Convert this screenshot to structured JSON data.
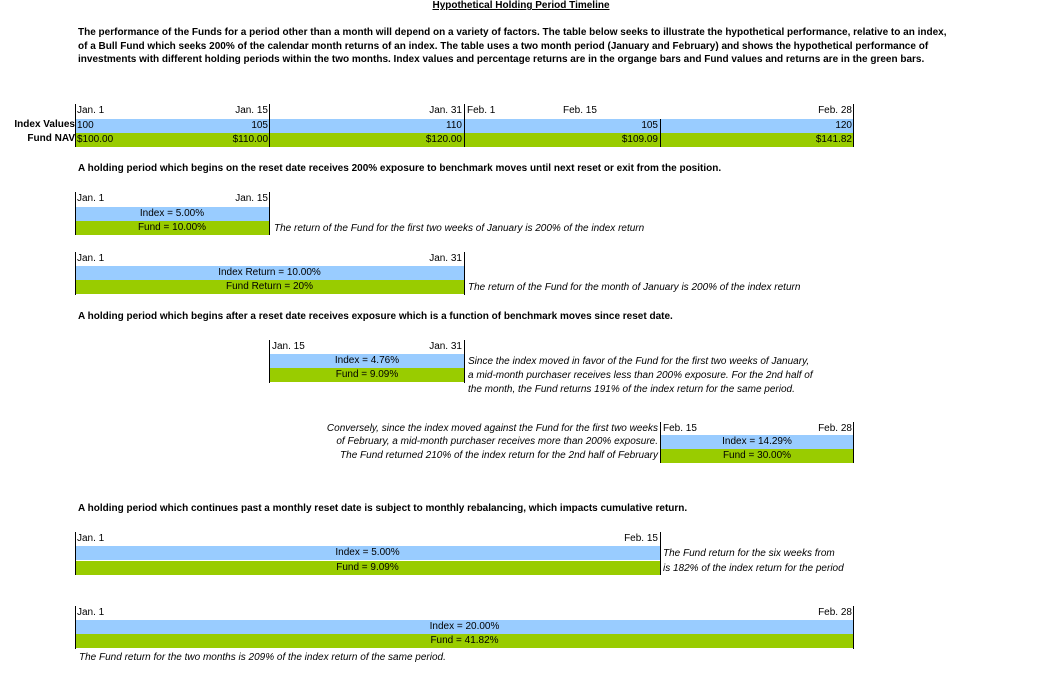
{
  "title": "Hypothetical Holding Period Timeline",
  "intro": "The performance of the Funds for a period other than a month will depend on a variety of factors.  The table below seeks to illustrate the hypothetical performance, relative to an index, of a Bull Fund which seeks 200% of the calendar month returns of an index.  The table uses a two month period (January and February) and shows the hypothetical performance of investments with different holding periods within the two months.  Index values and percentage returns are in the organge bars and Fund values and returns are in the green bars.",
  "colors": {
    "index_bar": "#99ccff",
    "fund_bar": "#99cc00"
  },
  "timeline": {
    "dates": [
      "Jan. 1",
      "Jan. 15",
      "Jan. 31",
      "Feb. 1",
      "Feb. 15",
      "Feb. 28"
    ],
    "index_label": "Index Values",
    "fund_label": "Fund NAV",
    "index_values": [
      "100",
      "105",
      "110",
      "105",
      "120"
    ],
    "fund_values": [
      "$100.00",
      "$110.00",
      "$120.00",
      "$109.09",
      "$141.82"
    ]
  },
  "section1": {
    "heading": "A holding period which begins on the reset date receives 200% exposure to benchmark moves until next reset or exit from the position.",
    "p1": {
      "start": "Jan. 1",
      "end": "Jan. 15",
      "index": "Index = 5.00%",
      "fund": "Fund = 10.00%",
      "note": "The return of the Fund for the first two weeks of January is 200% of the index return"
    },
    "p2": {
      "start": "Jan. 1",
      "end": "Jan. 31",
      "index": "Index Return = 10.00%",
      "fund": "Fund Return = 20%",
      "note": "The return of the Fund for the month of January is 200% of the index return"
    }
  },
  "section2": {
    "heading": "A holding period which begins after a reset date receives exposure which is a function of benchmark moves since reset date.",
    "p1": {
      "start": "Jan. 15",
      "end": "Jan. 31",
      "index": "Index = 4.76%",
      "fund": "Fund = 9.09%",
      "note": [
        "Since the index moved in favor of the Fund for the first two weeks of January,",
        "a mid-month purchaser receives less than 200% exposure.  For the 2nd half of",
        "the month, the Fund returns 191% of the index return for the same period."
      ]
    },
    "p2": {
      "start": "Feb. 15",
      "end": "Feb. 28",
      "index": "Index = 14.29%",
      "fund": "Fund = 30.00%",
      "note": [
        "Conversely, since the index moved against the Fund for the first two weeks",
        "of February, a mid-month purchaser receives more than 200% exposure.",
        "The Fund returned 210% of the index return for the 2nd half of February"
      ]
    }
  },
  "section3": {
    "heading": "A holding period which continues past a monthly reset date is subject to monthly rebalancing, which impacts cumulative return.",
    "p1": {
      "start": "Jan. 1",
      "end": "Feb. 15",
      "index": "Index =  5.00%",
      "fund": "Fund =  9.09%",
      "note": [
        "The Fund return for the six weeks from",
        "is 182% of the index return for the period"
      ]
    },
    "p2": {
      "start": "Jan. 1",
      "end": "Feb. 28",
      "index": "Index = 20.00%",
      "fund": "Fund =  41.82%",
      "note": "The Fund return for the two months is 209% of the index return of the same period."
    }
  }
}
